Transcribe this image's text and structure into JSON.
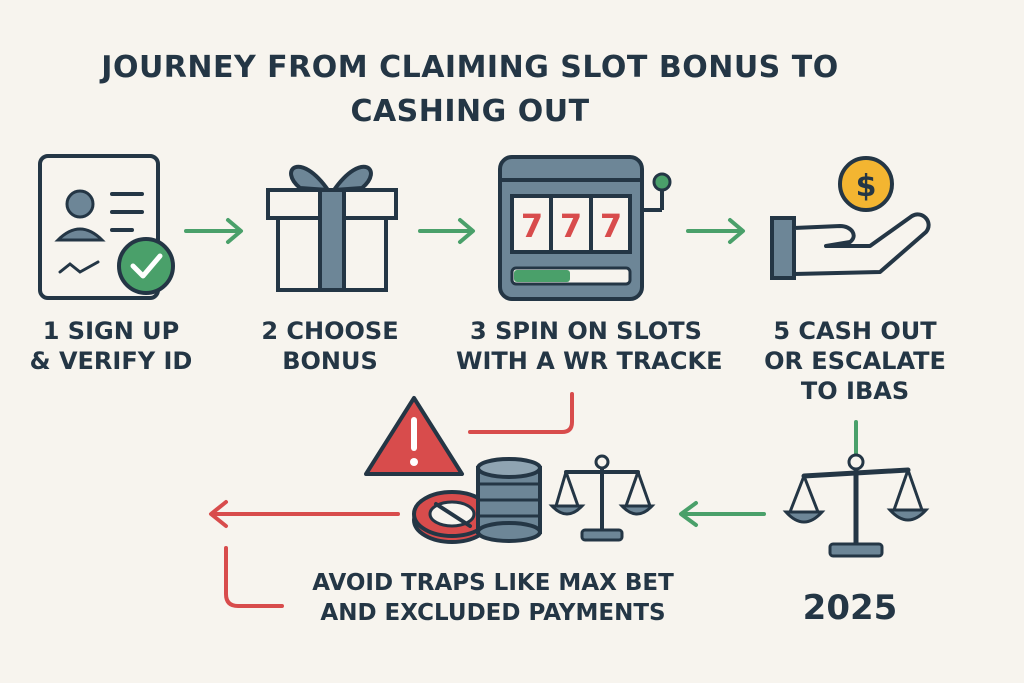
{
  "title": {
    "line1": "JOURNEY FROM CLAIMING SLOT BONUS TO",
    "line2": "CASHING OUT"
  },
  "steps": [
    {
      "line1": "1 SIGN UP",
      "line2": "& VERIFY ID"
    },
    {
      "line1": "2 CHOOSE",
      "line2": "BONUS"
    },
    {
      "line1": "3 SPIN ON SLOTS",
      "line2": "WITH A WR TRACKE"
    },
    {
      "line1": "5 CASH OUT",
      "line2": "OR ESCALATE",
      "line3": "TO IBAS"
    }
  ],
  "slot_reels": [
    "7",
    "7",
    "7"
  ],
  "coin_symbol": "$",
  "warning": {
    "line1": "AVOID TRAPS LIKE MAX BET",
    "line2": "AND EXCLUDED PAYMENTS"
  },
  "year": "2025",
  "icons": [
    "id-card-icon",
    "check-badge-icon",
    "gift-box-icon",
    "slot-machine-icon",
    "hand-coin-icon",
    "warning-icon",
    "poker-chip-icon",
    "coin-stack-icon",
    "scales-icon"
  ],
  "colors": {
    "ink": "#243645",
    "green": "#4aa06a",
    "red": "#d84c4c",
    "gold": "#f3b531",
    "slate": "#6d8697",
    "background": "#f7f4ee"
  }
}
